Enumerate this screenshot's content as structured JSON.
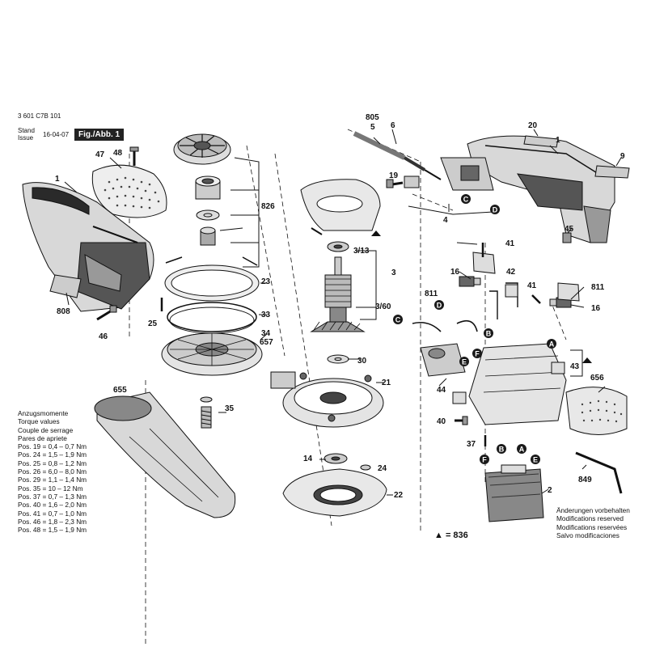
{
  "header": {
    "doc_number": "3 601 C7B 101",
    "stand_label": "Stand",
    "issue_label": "Issue",
    "date": "16-04-07",
    "figure": "Fig./Abb. 1"
  },
  "torque": {
    "lines": [
      "Anzugsmomente",
      "Torque values",
      "Couple de serrage",
      "Pares de apriete"
    ],
    "rows": [
      "Pos.  19 = 0,4 – 0,7 Nm",
      "Pos.  24 = 1,5 – 1,9 Nm",
      "Pos.  25 = 0,8 – 1,2 Nm",
      "Pos.  26 = 6,0 – 8,0 Nm",
      "Pos.  29 = 1,1 – 1,4 Nm",
      "Pos.  35 = 10  – 12  Nm",
      "Pos.  37 = 0,7 – 1,3 Nm",
      "Pos.  40 = 1,6 – 2,0 Nm",
      "Pos.  41 = 0,7 – 1,0 Nm",
      "Pos.  46 = 1,8 – 2,3 Nm",
      "Pos.  48 = 1,5 – 1,9 Nm"
    ]
  },
  "notes": [
    "Änderungen vorbehalten",
    "Modifications reserved",
    "Modifications reservées",
    "Salvo modificaciones"
  ],
  "legend": "▲ = 836",
  "part_labels": [
    "1",
    "47",
    "48",
    "808",
    "46",
    "826",
    "23",
    "25",
    "33",
    "34",
    "657",
    "30",
    "35",
    "655",
    "21",
    "14",
    "24",
    "22",
    "3/13",
    "3",
    "3/60",
    "805",
    "5",
    "6",
    "20",
    "1",
    "9",
    "19",
    "4",
    "45",
    "41",
    "16",
    "42",
    "811",
    "41",
    "811",
    "16",
    "43",
    "656",
    "44",
    "40",
    "37",
    "849",
    "2"
  ],
  "marker_letters": [
    "A",
    "B",
    "C",
    "D",
    "E",
    "F"
  ],
  "colors": {
    "line": "#111111",
    "fill_dark": "#2a2a2a",
    "fill_mid": "#777777",
    "fill_light": "#d8d8d8",
    "marker": "#1a1a1a"
  }
}
